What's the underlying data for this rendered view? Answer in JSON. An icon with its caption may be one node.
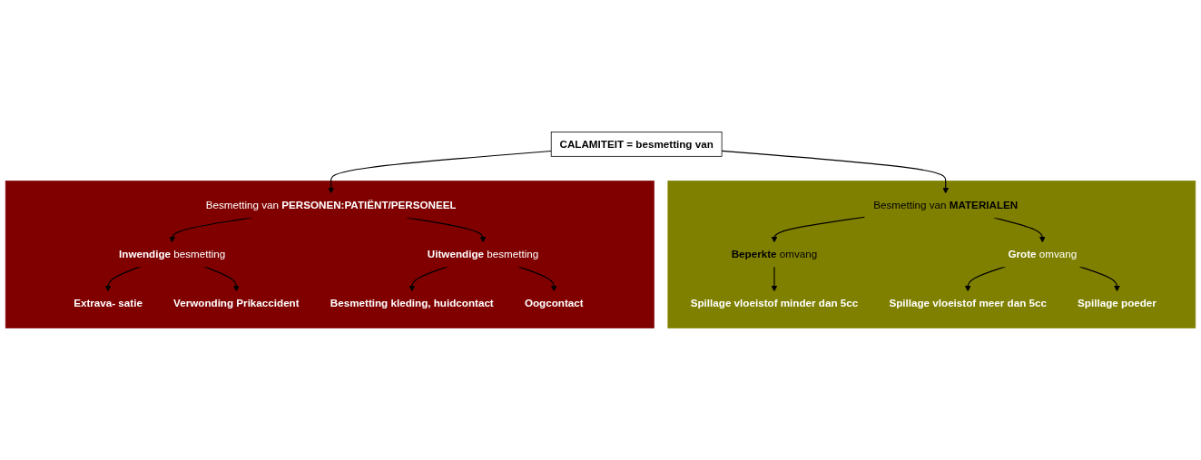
{
  "diagram": {
    "nodes": [
      {
        "text": [
          "CALAMITEIT = besmetting van"
        ]
      },
      {
        "text": [],
        "shape": "box"
      },
      {
        "text": [
          "Besmetting van **PERSONEN:PATIËNT/PERSONEEL**"
        ],
        "in": 1
      },
      {
        "text": [
          "**Inwendige** besmetting"
        ],
        "in": 1
      },
      {
        "text": [
          "**Uitwendige** besmetting"
        ],
        "in": 1
      },
      {
        "text": [
          "Extrava- satie"
        ],
        "in": 1
      },
      {
        "text": [
          "Verwonding Prikaccident"
        ],
        "in": 1
      },
      {
        "text": [
          "Besmetting kleding, huidcontact"
        ],
        "in": 1
      },
      {
        "text": [
          "Oogcontact"
        ],
        "in": 1
      },
      {
        "text": [],
        "shape": "box"
      },
      {
        "text": [
          "Besmetting van **MATERIALEN**"
        ],
        "in": 9
      },
      {
        "text": [
          "**Beperkte** omvang"
        ],
        "in": 9
      },
      {
        "text": [
          "**Grote** omvang"
        ],
        "in": 9
      },
      {
        "text": [
          "Spillage vloeistof minder dan 5cc"
        ],
        "in": 9
      },
      {
        "text": [
          "Spillage vloeistof meer dan 5cc"
        ],
        "in": 9
      },
      {
        "text": [
          "Spillage poeder"
        ],
        "in": 9
      }
    ],
    "edges": [
      {
        "from": 0,
        "to": 2,
        "arrow": "to"
      },
      {
        "from": 0,
        "to": 10,
        "arrow": "to"
      },
      {
        "from": 2,
        "to": 3,
        "arrow": "to"
      },
      {
        "from": 2,
        "to": 4,
        "arrow": "to"
      },
      {
        "from": 3,
        "to": 5,
        "arrow": "to"
      },
      {
        "from": 3,
        "to": 6,
        "arrow": "to"
      },
      {
        "from": 4,
        "to": 7,
        "arrow": "to"
      },
      {
        "from": 4,
        "to": 8,
        "arrow": "to"
      },
      {
        "from": 10,
        "to": 11,
        "arrow": "to"
      },
      {
        "from": 10,
        "to": 12,
        "arrow": "to"
      },
      {
        "from": 11,
        "to": 13,
        "arrow": "to"
      },
      {
        "from": 12,
        "to": 14,
        "arrow": "to"
      },
      {
        "from": 12,
        "to": 15,
        "arrow": "to"
      }
    ]
  }
}
